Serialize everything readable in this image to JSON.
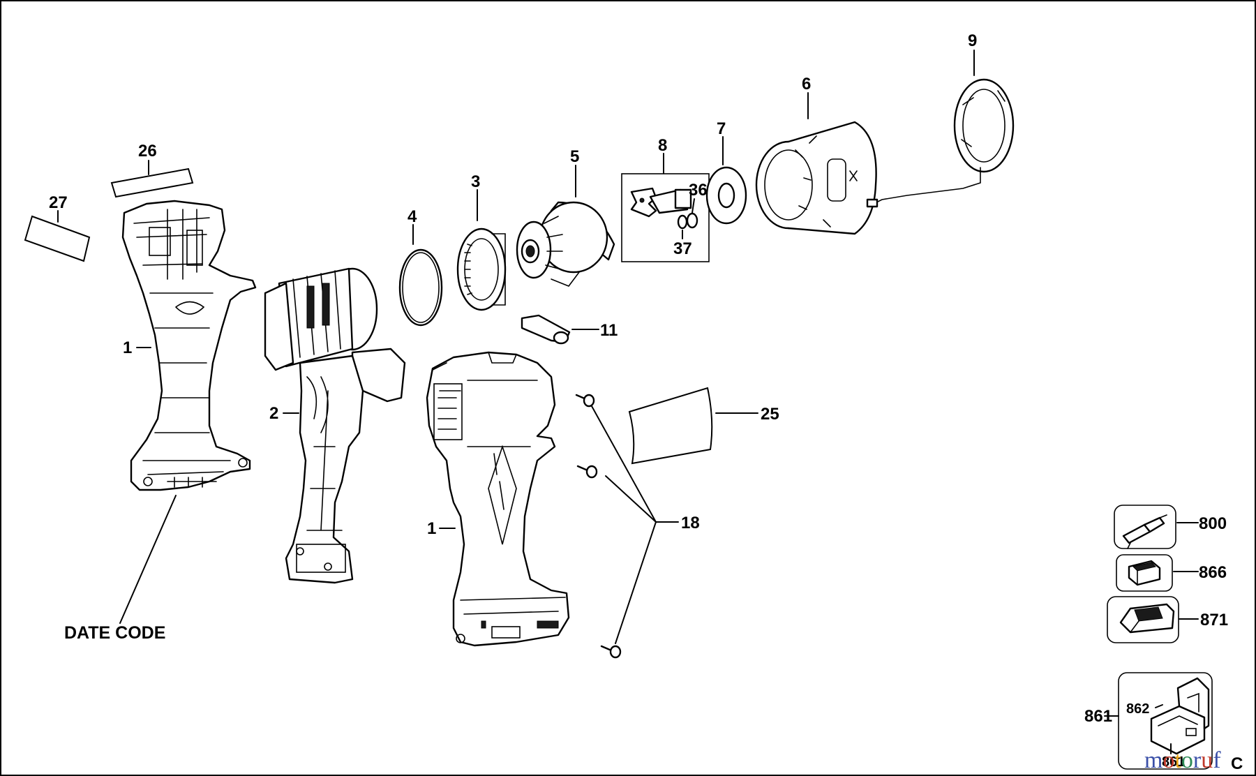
{
  "diagram": {
    "type": "exploded parts diagram",
    "callouts": {
      "c1a": "1",
      "c1b": "1",
      "c2": "2",
      "c3": "3",
      "c4": "4",
      "c5": "5",
      "c6": "6",
      "c7": "7",
      "c8": "8",
      "c9": "9",
      "c11": "11",
      "c18": "18",
      "c25": "25",
      "c26": "26",
      "c27": "27",
      "c36": "36",
      "c37": "37",
      "c800": "800",
      "c861": "861",
      "c862": "862",
      "c866": "866",
      "c871": "871",
      "c863": "861"
    },
    "date_code_label": "DATE CODE"
  },
  "watermark": {
    "text": "motoruf",
    "suffix": "C",
    "colors": [
      "#3a4fa8",
      "#c0392b",
      "#e8a317",
      "#2e8b57",
      "#3a4fa8",
      "#c0392b",
      "#3a4fa8"
    ]
  },
  "colors": {
    "line": "#000000",
    "background": "#ffffff"
  }
}
